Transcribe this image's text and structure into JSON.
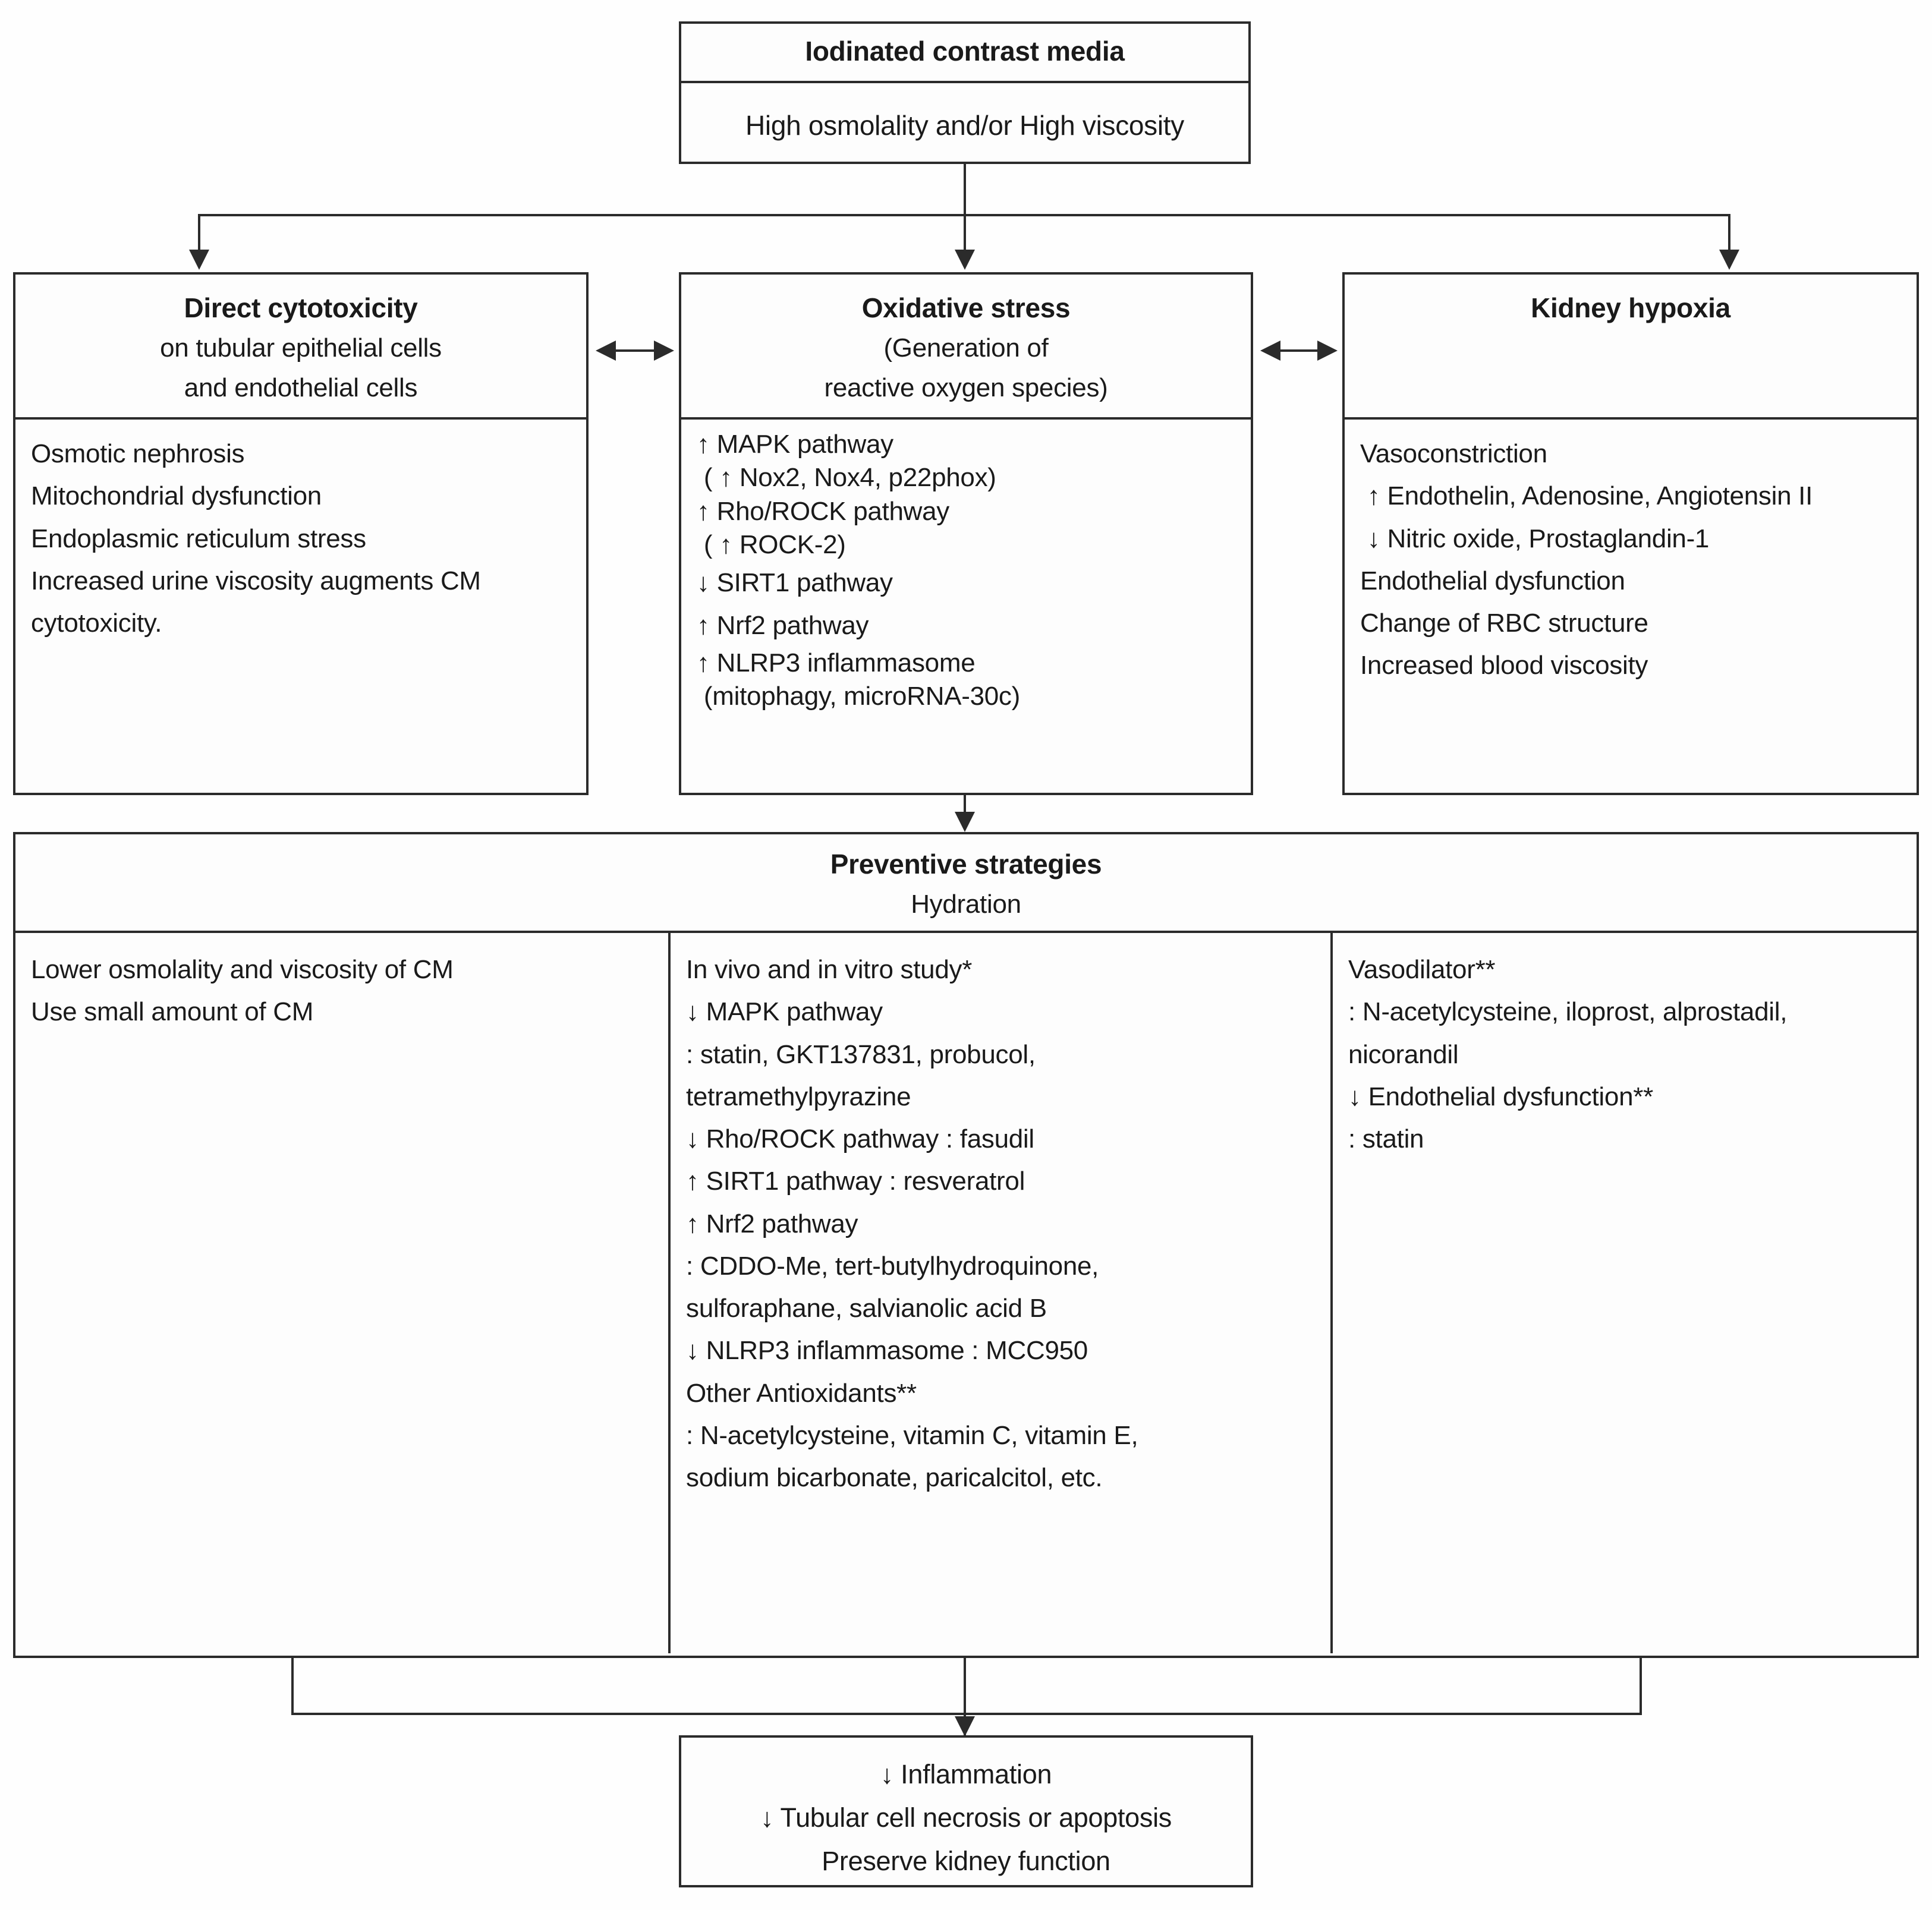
{
  "diagram": {
    "top": {
      "title": "Iodinated contrast media",
      "subtitle": "High osmolality and/or High viscosity"
    },
    "mechanisms": [
      {
        "id": "direct-cytotoxicity",
        "title": "Direct cytotoxicity",
        "subtitle_line1": "on tubular epithelial cells",
        "subtitle_line2": "and endothelial cells",
        "items": [
          "Osmotic nephrosis",
          "Mitochondrial dysfunction",
          "Endoplasmic reticulum stress",
          "Increased urine viscosity augments CM",
          "cytotoxicity."
        ]
      },
      {
        "id": "oxidative-stress",
        "title": "Oxidative stress",
        "subtitle_line1": "(Generation of",
        "subtitle_line2": "reactive oxygen species)",
        "items": [
          "↑ MAPK pathway",
          " ( ↑ Nox2, Nox4, p22phox)",
          "↑ Rho/ROCK pathway",
          " ( ↑ ROCK-2)",
          "↓ SIRT1 pathway",
          "↑ Nrf2 pathway",
          "↑ NLRP3 inflammasome",
          " (mitophagy, microRNA-30c)"
        ]
      },
      {
        "id": "kidney-hypoxia",
        "title": "Kidney hypoxia",
        "subtitle_line1": "",
        "subtitle_line2": "",
        "items": [
          "Vasoconstriction",
          " ↑ Endothelin, Adenosine, Angiotensin II",
          " ↓ Nitric oxide, Prostaglandin-1",
          "Endothelial dysfunction",
          "Change of RBC structure",
          "Increased blood viscosity"
        ]
      }
    ],
    "preventive": {
      "title": "Preventive strategies",
      "subtitle": "Hydration",
      "columns": [
        {
          "id": "contrast-media-measures",
          "items": [
            "Lower osmolality and viscosity of CM",
            "Use small amount of CM"
          ]
        },
        {
          "id": "in-vivo-in-vitro-study",
          "items": [
            "In vivo and in vitro study*",
            "↓ MAPK pathway",
            " : statin, GKT137831, probucol,",
            "    tetramethylpyrazine",
            "↓ Rho/ROCK pathway : fasudil",
            "↑ SIRT1 pathway : resveratrol",
            "↑ Nrf2 pathway",
            " : CDDO-Me, tert-butylhydroquinone,",
            "   sulforaphane, salvianolic acid B",
            "↓ NLRP3 inflammasome : MCC950",
            "Other Antioxidants**",
            ": N-acetylcysteine, vitamin C, vitamin E,",
            " sodium bicarbonate, paricalcitol, etc."
          ]
        },
        {
          "id": "vasodilator",
          "items": [
            "Vasodilator**",
            ": N-acetylcysteine, iloprost, alprostadil,",
            "   nicorandil",
            "↓ Endothelial dysfunction**",
            ": statin"
          ]
        }
      ]
    },
    "outcome": {
      "items": [
        "↓ Inflammation",
        "↓ Tubular cell necrosis or apoptosis",
        "Preserve kidney function"
      ]
    },
    "colors": {
      "line": "#2b2b2b",
      "background": "#ffffff",
      "text": "#1a1a1a"
    }
  }
}
